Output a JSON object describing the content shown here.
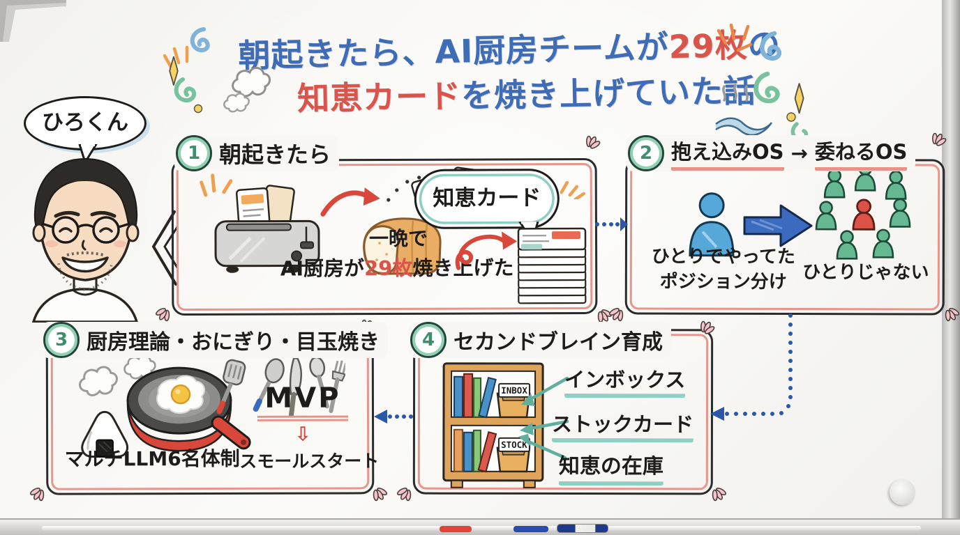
{
  "title": {
    "l1_part1": "朝起きたら、AI厨房チームが",
    "l1_count": "29枚",
    "l1_part2": "の",
    "l2_part1": "知恵カード",
    "l2_part2": "を焼き上げていた話"
  },
  "speaker": {
    "name": "ひろくん"
  },
  "sections": {
    "s1": {
      "number": "1",
      "title": "朝起きたら",
      "bubble": "知恵カード",
      "caption_line1": "一晩で",
      "caption_pre": "AI厨房が",
      "caption_count": "29枚",
      "caption_post": "焼き上げた"
    },
    "s2": {
      "number": "2",
      "title_from": "抱え込みOS",
      "title_arrow": "→",
      "title_to": "委ねるOS",
      "left_caption1": "ひとりでやってた",
      "left_caption2": "ポジション分け",
      "right_caption": "ひとりじゃない"
    },
    "s3": {
      "number": "3",
      "title": "厨房理論・おにぎり・目玉焼き",
      "mvp": "MVP",
      "down_arrow": "⇩",
      "left_caption": "マルチLLM6名体制",
      "right_caption": "スモールスタート"
    },
    "s4": {
      "number": "4",
      "title": "セカンドブレイン育成",
      "shelf_top_label": "INBOX",
      "shelf_bottom_label": "STOCK",
      "item1": "インボックス",
      "item2": "ストックカード",
      "item3": "知恵の在庫"
    }
  },
  "colors": {
    "title-blue": "#3f6db5",
    "title-red": "#d9544a",
    "box-border-dark": "#2b2b2b",
    "box-border-pink": "#e8958c",
    "number-green": "#3e8e6e",
    "number-ring": "#8fd0b0",
    "bubble-teal": "#8ecfc4",
    "underline-red": "#e8938a",
    "underline-teal": "#8ed0c2",
    "dotted-arrow-blue": "#2b57a8",
    "person-blue": "#56a8d8",
    "person-green": "#66b893",
    "person-red": "#dd5247",
    "block-arrow-blue": "#3a6bbf",
    "marker-red": "#d8473a",
    "accent-orange": "#eda04f"
  }
}
